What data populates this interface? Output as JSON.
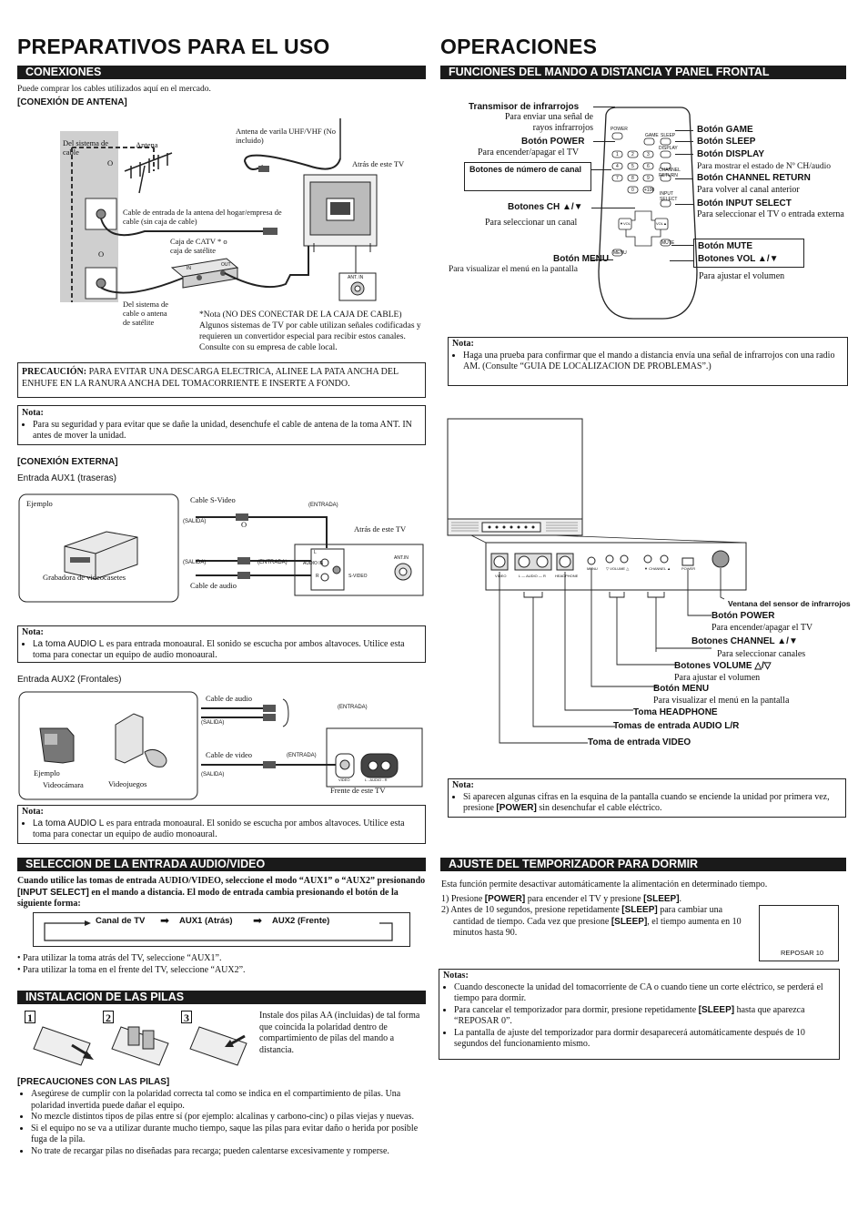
{
  "left": {
    "title": "PREPARATIVOS PARA EL USO",
    "conexiones": {
      "header": "CONEXIONES",
      "intro": "Puede comprar los cables utilizados aquí en el mercado.",
      "antena_heading": "[CONEXIÓN DE ANTENA]",
      "diagram": {
        "sistema_cable": "Del sistema de cable",
        "antena": "Antena",
        "o1": "O",
        "o2": "O",
        "o3": "O",
        "varilla": "Antena de varila UHF/VHF (No incluido)",
        "atras_tv": "Atrás de este TV",
        "cable_entrada": "Cable de entrada de la antena del hogar/empresa de cable (sin caja de cable)",
        "catv": "Caja de CATV * o caja de satélite",
        "in": "IN",
        "out": "OUT",
        "ant_in": "ANT. IN",
        "sistema_satelite": "Del sistema de cable o antena de satélite",
        "nota_caja": "*Nota (NO DES CONECTAR DE LA CAJA DE CABLE) Algunos sistemas de TV por cable utilizan señales codificadas y requieren un convertidor especial para recibir estos canales. Consulte con su empresa de cable local."
      },
      "precaucion_label": "PRECAUCIÓN:",
      "precaucion_text": "PARA EVITAR UNA DESCARGA ELECTRICA, ALINEE LA PATA ANCHA DEL ENHUFE EN LA RANURA ANCHA DEL TOMACORRIENTE E INSERTE A FONDO.",
      "nota1_label": "Nota:",
      "nota1_text": "Para su seguridad y para evitar que se dañe la unidad, desenchufe el cable de antena de la toma ANT. IN antes de mover la unidad.",
      "externa_heading": "[CONEXIÓN EXTERNA]",
      "aux1_label": "Entrada AUX1 (traseras)",
      "aux1": {
        "ejemplo": "Ejemplo",
        "grabadora": "Grabadora de videocasetes",
        "svideo": "Cable S-Video",
        "salida1": "(SALIDA)",
        "o": "O",
        "entrada1": "(ENTRADA)",
        "atras": "Atrás de este TV",
        "salida2": "(SALIDA)",
        "entrada2": "(ENTRADA)",
        "audio_cable": "Cable de audio",
        "l": "L",
        "audio_in": "AUDIO IN",
        "r": "R",
        "svideo_jack": "S-VIDEO",
        "ant_in": "ANT.IN"
      },
      "nota2_label": "Nota:",
      "nota2_text_a": "La toma AUDIO L",
      "nota2_text_b": " es para entrada monoaural. El sonido se escucha por ambos altavoces. Utilice esta toma para conectar un equipo de audio monoaural.",
      "aux2_label": "Entrada AUX2 (Frontales)",
      "aux2": {
        "audio_cable": "Cable de audio",
        "salida1": "(SALIDA)",
        "entrada1": "(ENTRADA)",
        "video_cable": "Cable de video",
        "entrada2": "(ENTRADA)",
        "salida2": "(SALIDA)",
        "ejemplo": "Ejemplo",
        "videocamara": "Videocámara",
        "videojuegos": "Videojuegos",
        "frente": "Frente de este TV",
        "video_jack": "VIDEO",
        "audio_jack": "L - AUDIO - R"
      },
      "nota3_label": "Nota:",
      "nota3_text_a": "La toma AUDIO L",
      "nota3_text_b": " es para entrada monoaural. El sonido se escucha por ambos altavoces. Utilice esta toma para conectar un equipo de audio monoaural."
    },
    "seleccion": {
      "header": "SELECCION DE LA ENTRADA AUDIO/VIDEO",
      "intro_a": "Cuando utilice las tomas de entrada AUDIO/VIDEO, seleccione el modo “AUX1” o “AUX2” presionando ",
      "intro_key": "[INPUT SELECT]",
      "intro_b": " en el mando a distancia. El modo de entrada cambia presionando el botón de la siguiente forma:",
      "flow": [
        "Canal de TV",
        "AUX1 (Atrás)",
        "AUX2 (Frente)"
      ],
      "bullets": [
        "Para utilizar la toma atrás del TV, seleccione “AUX1”.",
        "Para utilizar la toma en el frente del TV, seleccione “AUX2”."
      ]
    },
    "pilas": {
      "header": "INSTALACION DE LAS PILAS",
      "steps": [
        "1",
        "2",
        "3"
      ],
      "text": "Instale dos pilas AA (incluidas) de tal forma que coincida la polaridad dentro de compartimiento de pilas del mando a distancia.",
      "prec_heading": "[PRECAUCIONES CON LAS PILAS]",
      "prec_items": [
        "Asegúrese de cumplir con la polaridad correcta tal como se indica en el compartimiento de pilas. Una polaridad invertida puede dañar el equipo.",
        "No mezcle distintos tipos de pilas entre sí (por ejemplo: alcalinas y carbono-cinc) o pilas viejas y nuevas.",
        "Si el equipo no se va a utilizar durante mucho tiempo, saque las pilas para evitar daño o herida por posible fuga de la pila.",
        "No trate de recargar pilas no diseñadas para recarga; pueden calentarse excesivamente y romperse."
      ]
    }
  },
  "right": {
    "title": "OPERACIONES",
    "mando": {
      "header": "FUNCIONES DEL MANDO A DISTANCIA Y PANEL FRONTAL",
      "transmisor": "Transmisor de infrarrojos",
      "transmisor_sub": "Para enviar una señal de rayos infrarrojos",
      "power": "Botón POWER",
      "power_sub": "Para encender/apagar el TV",
      "numeros": "Botones de número de canal",
      "ch": "Botones CH ▲/▼",
      "ch_sub": "Para seleccionar un canal",
      "menu": "Botón MENU",
      "menu_sub": "Para visualizar el menú en la pantalla",
      "game": "Botón GAME",
      "sleep": "Botón SLEEP",
      "display": "Botón DISPLAY",
      "display_sub": "Para mostrar el estado de Nº CH/audio",
      "ch_return": "Botón CHANNEL RETURN",
      "ch_return_sub": "Para volver al canal anterior",
      "input": "Botón INPUT SELECT",
      "input_sub": "Para seleccionar el TV o entrada externa",
      "mute": "Botón MUTE",
      "vol": "Botones VOL ▲/▼",
      "vol_sub": "Para ajustar el volumen",
      "remote_labels": {
        "power": "POWER",
        "game": "GAME",
        "sleep": "SLEEP",
        "display": "DISPLAY",
        "ch_return": "CHANNEL RETURN",
        "input": "INPUT SELECT",
        "menu": "MENU",
        "mute": "MUTE",
        "keys": [
          "1",
          "2",
          "3",
          "4",
          "5",
          "6",
          "7",
          "8",
          "9",
          "0",
          "+100"
        ],
        "vol_l": "▼VOL",
        "vol_r": "VOL▲"
      }
    },
    "nota_ir_label": "Nota:",
    "nota_ir_text": "Haga una prueba para confirmar que el mando a distancia envía una señal de infrarrojos con una radio AM. (Consulte “GUIA DE LOCALIZACION DE PROBLEMAS”.)",
    "panel": {
      "jack_labels": [
        "VIDEO",
        "L — AUDIO — R",
        "HEADPHONE",
        "MENU",
        "▽ VOLUME △",
        "▼ CHANNEL ▲",
        "POWER"
      ],
      "sensor": "Ventana del sensor de infrarrojos",
      "power": "Botón POWER",
      "power_sub": "Para encender/apagar el TV",
      "channel": "Botones CHANNEL ▲/▼",
      "channel_sub": "Para seleccionar canales",
      "volume": "Botones VOLUME △/▽",
      "volume_sub": "Para ajustar el volumen",
      "menu": "Botón MENU",
      "menu_sub": "Para visualizar el menú en la pantalla",
      "headphone": "Toma HEADPHONE",
      "audio": "Tomas de entrada AUDIO L/R",
      "video": "Toma de entrada VIDEO"
    },
    "nota_power_label": "Nota:",
    "nota_power_a": "Si aparecen algunas cifras en la esquina de la pantalla cuando se enciende la unidad por primera vez, presione ",
    "nota_power_key": "[POWER]",
    "nota_power_b": " sin desenchufar el cable eléctrico.",
    "temporizador": {
      "header": "AJUSTE DEL TEMPORIZADOR PARA DORMIR",
      "intro": "Esta función permite desactivar automáticamente la alimentación en determinado tiempo.",
      "step1_a": "1) Presione ",
      "step1_k1": "[POWER]",
      "step1_b": " para encender el TV y presione ",
      "step1_k2": "[SLEEP]",
      "step1_c": ".",
      "step2_a": "2) Antes de 10 segundos, presione repetidamente ",
      "step2_k1": "[SLEEP]",
      "step2_b": " para cambiar una cantidad de tiempo. Cada vez que presione ",
      "step2_k2": "[SLEEP]",
      "step2_c": ", el tiempo aumenta en 10 minutos hasta 90.",
      "screen": "REPOSAR 10",
      "notas_label": "Notas:",
      "nota1": "Cuando desconecte la unidad del tomacorriente de CA o cuando tiene un corte eléctrico, se perderá el tiempo para dormir.",
      "nota2_a": "Para cancelar el temporizador para dormir, presione repetidamente ",
      "nota2_k": "[SLEEP]",
      "nota2_b": " hasta que aparezca “REPOSAR 0”.",
      "nota3": "La pantalla de ajuste del temporizador para dormir desaparecerá automáticamente después de 10 segundos del funcionamiento mismo."
    }
  }
}
